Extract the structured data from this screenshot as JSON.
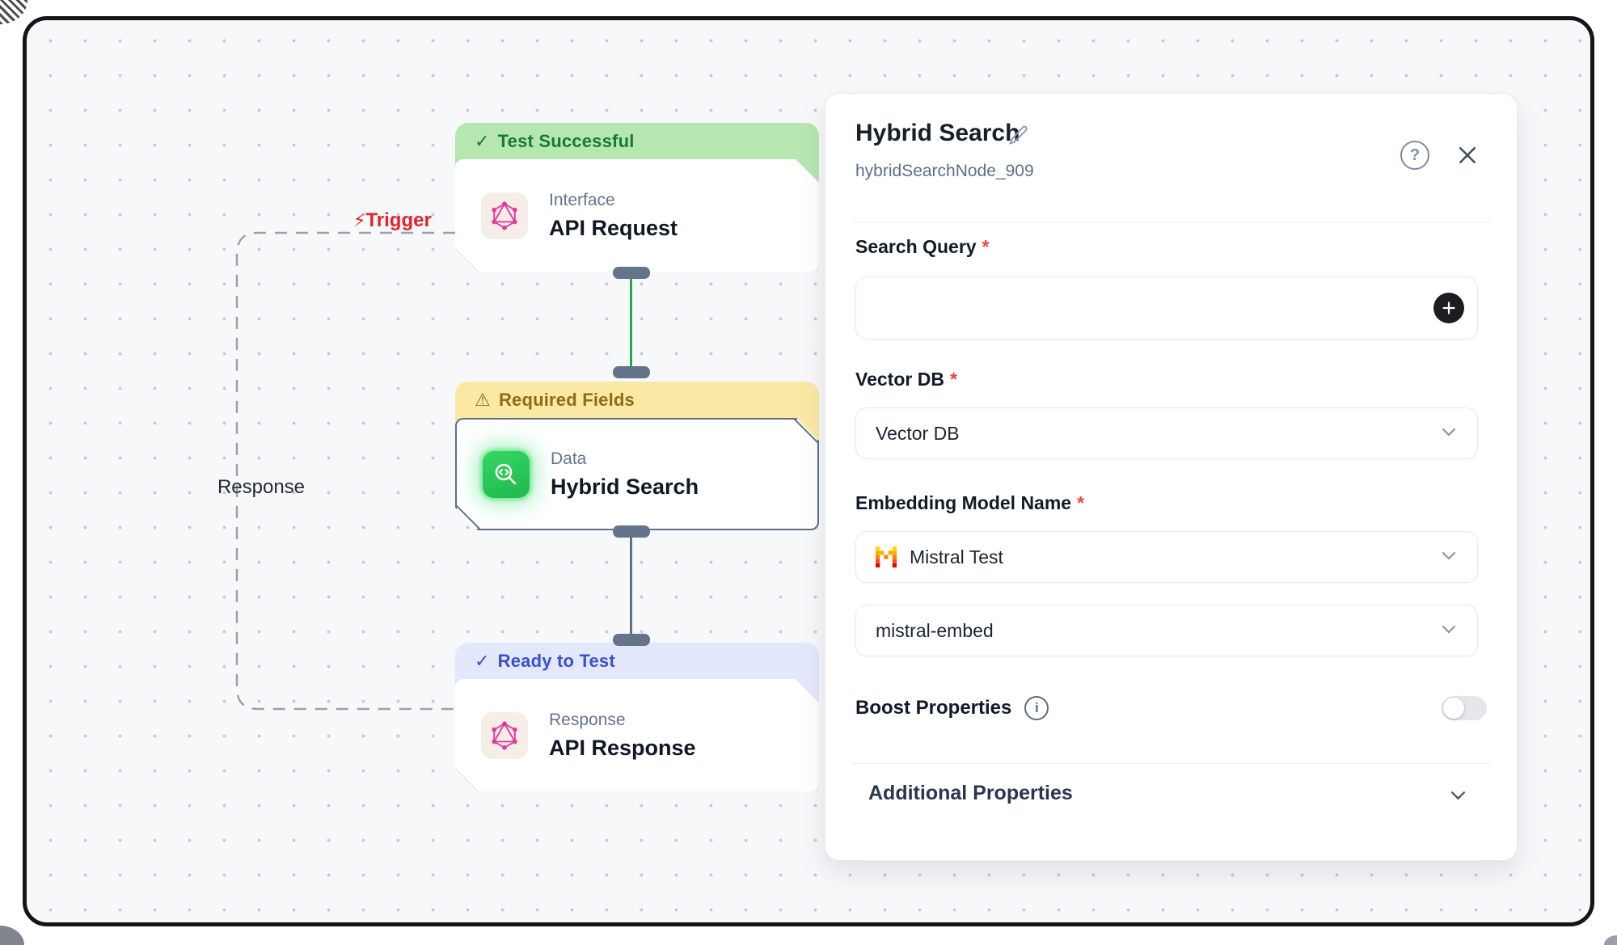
{
  "icons": {
    "check": "✓",
    "warning": "⚠",
    "lightning": "⚡",
    "question": "?",
    "info": "i"
  },
  "canvas": {
    "trigger_label": "Trigger",
    "loop_label": "Response",
    "nodes": [
      {
        "status": "Test Successful",
        "category": "Interface",
        "title": "API Request"
      },
      {
        "status": "Required Fields",
        "category": "Data",
        "title": "Hybrid Search"
      },
      {
        "status": "Ready to Test",
        "category": "Response",
        "title": "API Response"
      }
    ]
  },
  "panel": {
    "title": "Hybrid Search",
    "node_id": "hybridSearchNode_909",
    "required_marker": "*",
    "search_query": {
      "label": "Search Query",
      "value": ""
    },
    "vector_db": {
      "label": "Vector DB",
      "selected": "Vector DB"
    },
    "embedding_model": {
      "label": "Embedding Model Name",
      "selected": "Mistral Test"
    },
    "embedding_variant": {
      "selected": "mistral-embed"
    },
    "boost": {
      "label": "Boost Properties",
      "enabled": false
    },
    "additional": {
      "label": "Additional Properties"
    }
  },
  "colors": {
    "status_success_bg": "#b6e7b0",
    "status_success_text": "#157a36",
    "status_warning_bg": "#fae9a4",
    "status_warning_text": "#8f6c10",
    "status_ready_bg": "#e4e8fc",
    "status_ready_text": "#3b50ce",
    "edge_green": "#2aa64b",
    "edge_slate": "#5f7186",
    "node_icon_pink": "#e5399e",
    "node_icon_green": "#22c55e",
    "trigger_red": "#e3242b"
  }
}
